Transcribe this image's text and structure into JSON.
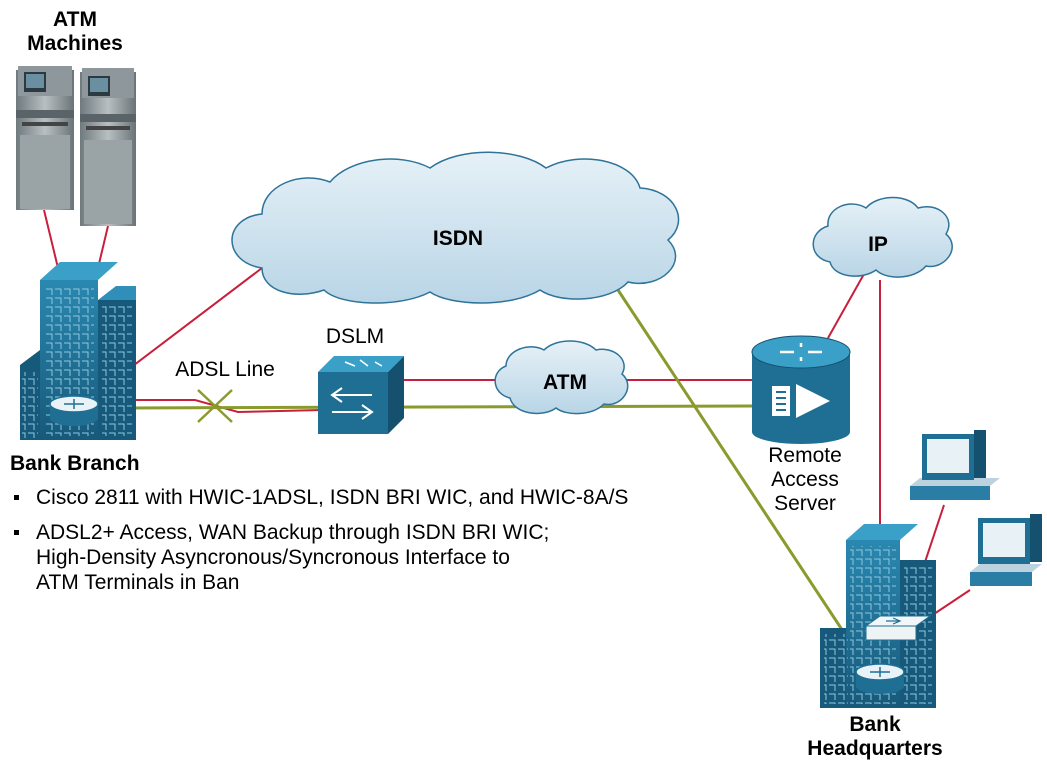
{
  "labels": {
    "atm_machines": "ATM\nMachines",
    "isdn": "ISDN",
    "ip": "IP",
    "dslm": "DSLM",
    "adsl_line": "ADSL Line",
    "atm_cloud": "ATM",
    "remote_access_server": "Remote\nAccess\nServer",
    "bank_branch": "Bank Branch",
    "bank_headquarters": "Bank\nHeadquarters"
  },
  "bullets": [
    "Cisco 2811 with HWIC-1ADSL, ISDN BRI WIC, and HWIC-8A/S",
    "ADSL2+ Access, WAN Backup through ISDN BRI WIC;\nHigh-Density Asyncronous/Syncronous Interface to\nATM Terminals in Ban"
  ],
  "colors": {
    "device_blue": "#1f6f94",
    "device_dark": "#164f6c",
    "link_red": "#c8203c",
    "link_green": "#8a9a2c",
    "cloud_fill": "#cfe3ef",
    "cloud_stroke": "#2e7399"
  }
}
